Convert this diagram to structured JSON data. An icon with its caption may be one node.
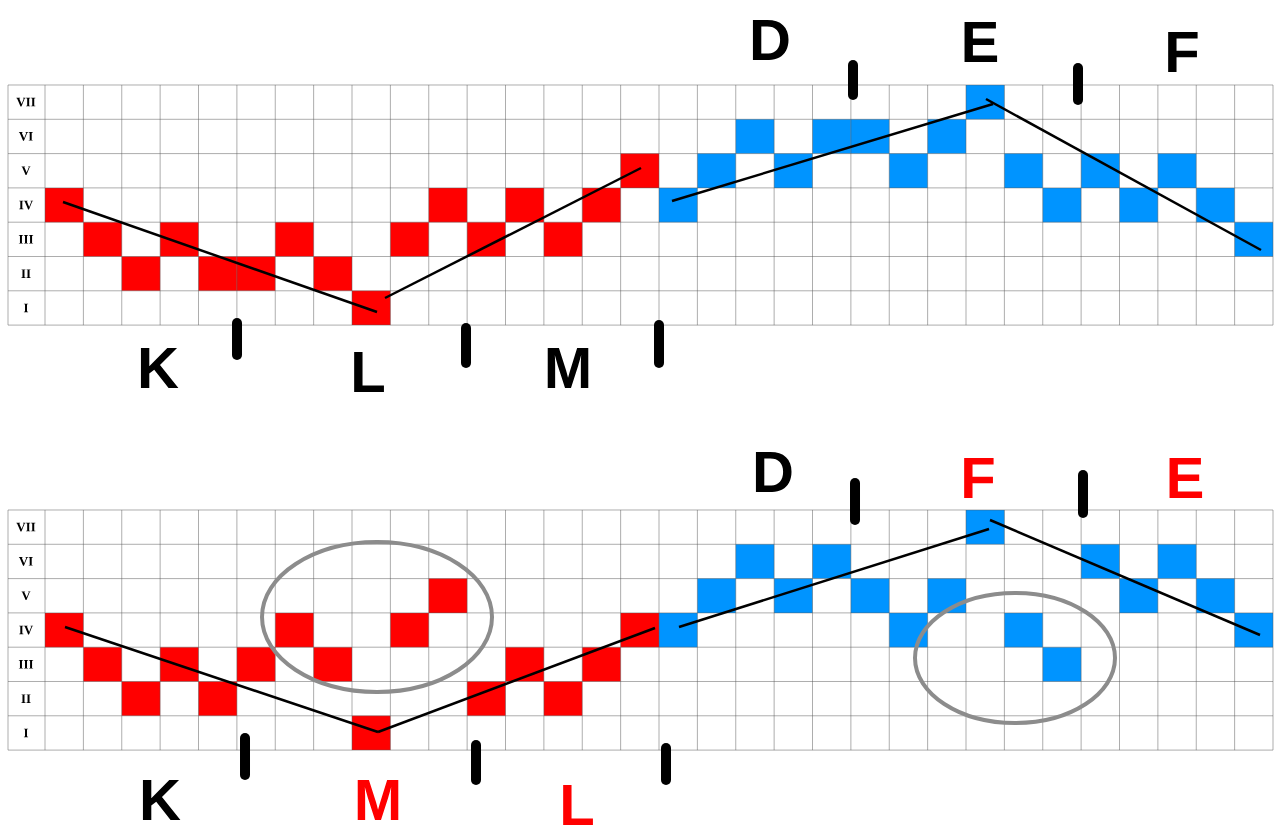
{
  "diagram": {
    "labels": [
      "D",
      "E",
      "F",
      "VII",
      "VI",
      "V",
      "IV",
      "III",
      "II",
      "I",
      "K",
      "L",
      "M",
      "D",
      "F",
      "E",
      "VII",
      "VI",
      "V",
      "IV",
      "III",
      "II",
      "I",
      "K",
      "M",
      "L"
    ]
  }
}
